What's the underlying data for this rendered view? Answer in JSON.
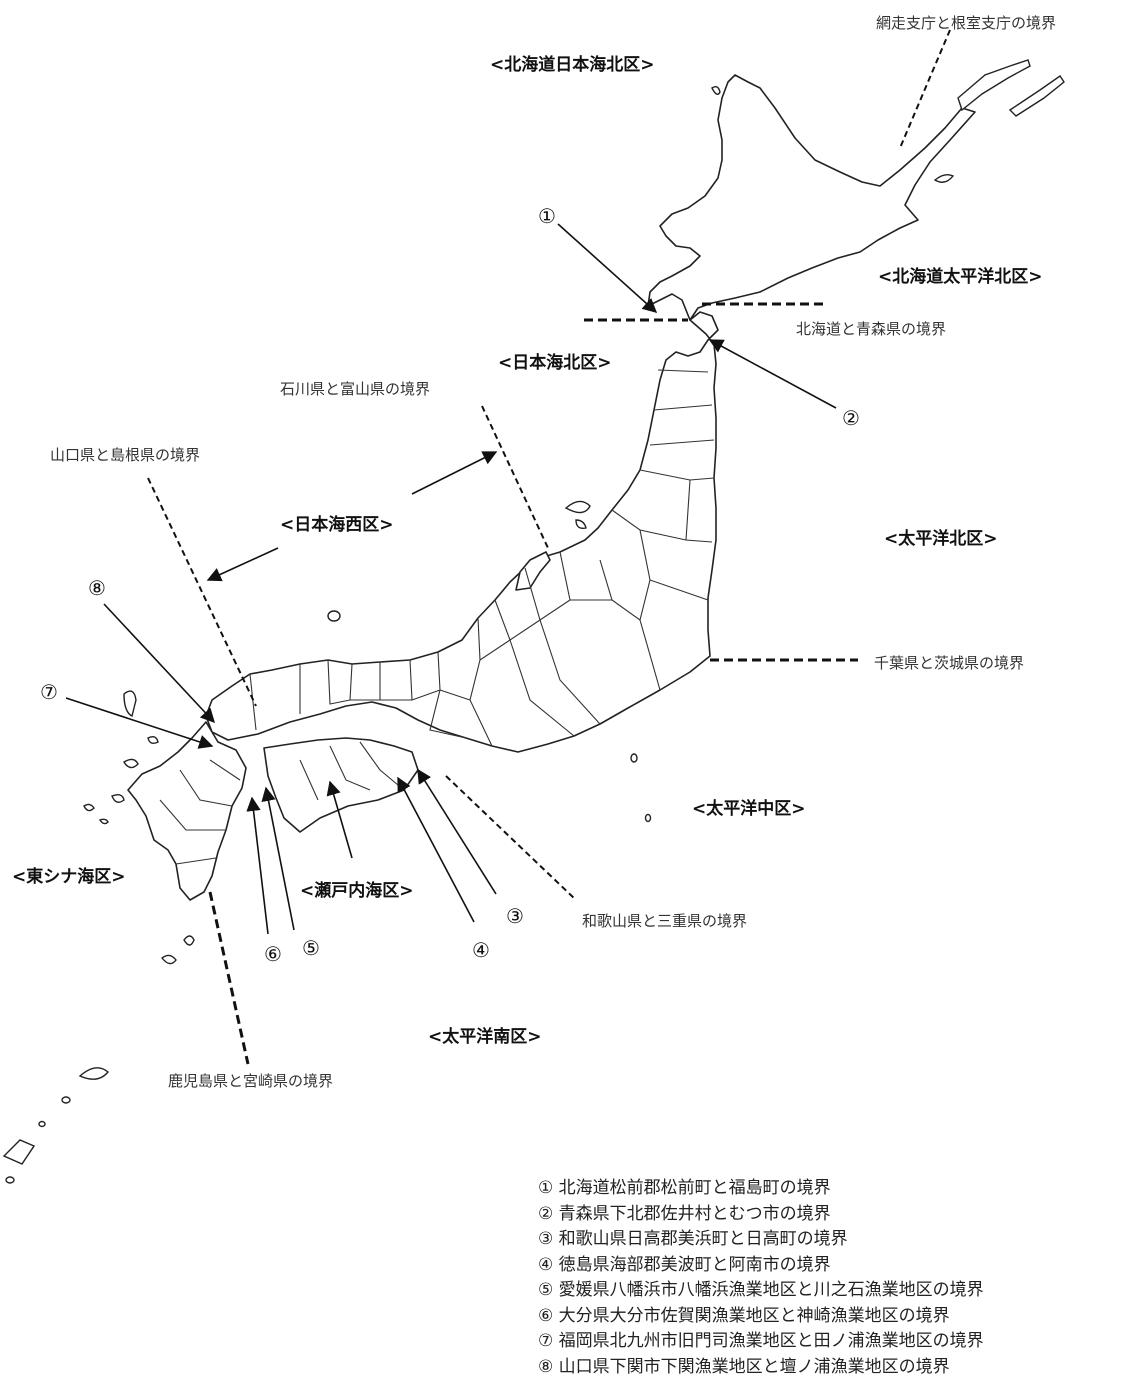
{
  "regions": {
    "hokkaido_sea_of_japan_north": "<北海道日本海北区>",
    "hokkaido_pacific_north": "<北海道太平洋北区>",
    "sea_of_japan_north": "<日本海北区>",
    "sea_of_japan_west": "<日本海西区>",
    "pacific_north": "<太平洋北区>",
    "pacific_central": "<太平洋中区>",
    "pacific_south": "<太平洋南区>",
    "east_china_sea": "<東シナ海区>",
    "seto_inland_sea": "<瀬戸内海区>"
  },
  "boundaries": {
    "abashiri_nemuro": "網走支庁と根室支庁の境界",
    "hokkaido_aomori": "北海道と青森県の境界",
    "ishikawa_toyama": "石川県と富山県の境界",
    "yamaguchi_shimane": "山口県と島根県の境界",
    "chiba_ibaraki": "千葉県と茨城県の境界",
    "wakayama_mie": "和歌山県と三重県の境界",
    "kagoshima_miyazaki": "鹿児島県と宮崎県の境界"
  },
  "markers": [
    "①",
    "②",
    "③",
    "④",
    "⑤",
    "⑥",
    "⑦",
    "⑧"
  ],
  "legend": [
    "① 北海道松前郡松前町と福島町の境界",
    "② 青森県下北郡佐井村とむつ市の境界",
    "③ 和歌山県日高郡美浜町と日高町の境界",
    "④ 徳島県海部郡美波町と阿南市の境界",
    "⑤ 愛媛県八幡浜市八幡浜漁業地区と川之石漁業地区の境界",
    "⑥ 大分県大分市佐賀関漁業地区と神崎漁業地区の境界",
    "⑦ 福岡県北九州市旧門司漁業地区と田ノ浦漁業地区の境界",
    "⑧ 山口県下関市下関漁業地区と壇ノ浦漁業地区の境界"
  ]
}
